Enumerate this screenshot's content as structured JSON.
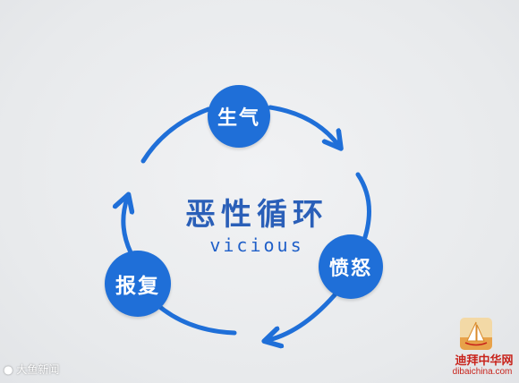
{
  "diagram": {
    "title": "恶性循环",
    "subtitle": "vicious",
    "nodes": {
      "top": "生气",
      "right": "愤怒",
      "left": "报复"
    }
  },
  "watermark": {
    "left_text": "大鱼新闻",
    "site_name": "迪拜中华网",
    "site_url": "dibaichina.com"
  },
  "colors": {
    "accent": "#1f6fd8",
    "title": "#2a5fb8",
    "logo_red": "#c8241c",
    "background": "#eceef0"
  }
}
